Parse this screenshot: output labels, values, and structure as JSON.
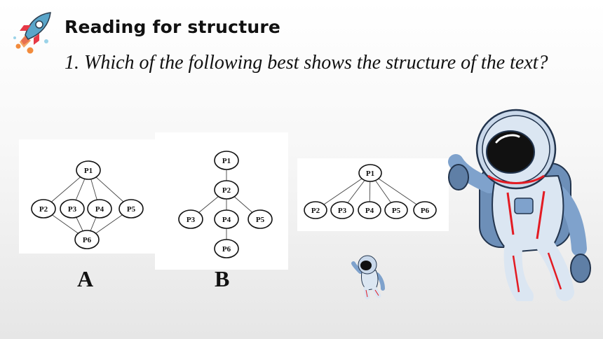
{
  "header": {
    "title": "Reading for structure",
    "question": "1. Which of the following best shows the structure of the text?"
  },
  "options": [
    {
      "label": "A",
      "nodes": [
        "P1",
        "P2",
        "P3",
        "P4",
        "P5",
        "P6"
      ]
    },
    {
      "label": "B",
      "nodes": [
        "P1",
        "P2",
        "P3",
        "P4",
        "P5",
        "P6"
      ]
    },
    {
      "label": "",
      "nodes": [
        "P1",
        "P2",
        "P3",
        "P4",
        "P5",
        "P6"
      ]
    }
  ],
  "icons": {
    "rocket": "rocket-icon",
    "astronaut_large": "astronaut-illustration",
    "astronaut_small": "astronaut-illustration-small"
  }
}
